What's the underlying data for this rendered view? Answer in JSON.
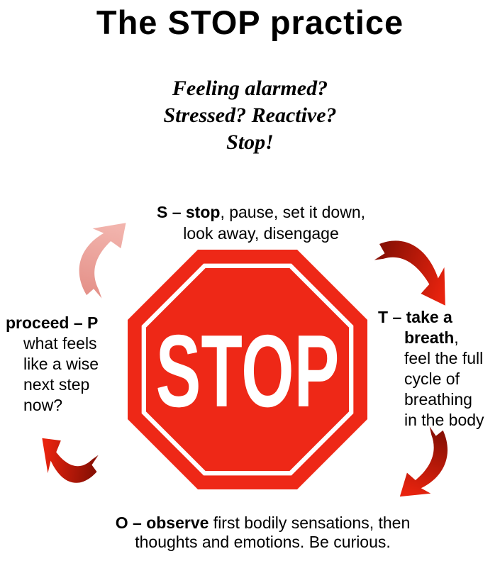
{
  "title": "The STOP practice",
  "subtitle": {
    "lines": [
      "Feeling alarmed?",
      "Stressed? Reactive?",
      "Stop!"
    ]
  },
  "sign": {
    "text": "STOP"
  },
  "steps": {
    "s": {
      "bold": "S – stop",
      "after_bold": ", pause, set it down,",
      "line2": "look away, disengage"
    },
    "t": {
      "bold_line1": "T – take a",
      "bold_line2": "breath",
      "line2_suffix": ",",
      "lines": [
        "feel the full",
        "cycle of",
        "breathing",
        "in the body"
      ]
    },
    "o": {
      "bold": "O – observe",
      "after_bold": " first bodily sensations, then",
      "line2": "thoughts and emotions. Be curious."
    },
    "p": {
      "bold": "proceed – P",
      "lines": [
        "what feels",
        "like a wise",
        "next step",
        "now?"
      ]
    }
  },
  "arrows": {
    "p_to_s": "curved-arrow-pink",
    "s_to_t": "curved-arrow-red",
    "t_to_o": "curved-arrow-red",
    "o_to_p": "curved-arrow-red"
  },
  "colors": {
    "sign-red": "#ee2817",
    "arrow-red-bright": "#e8230e",
    "arrow-red-dark": "#8a1004",
    "arrow-pink-dark": "#e5938b",
    "arrow-pink-light": "#f2b4ad",
    "text": "#000000"
  }
}
